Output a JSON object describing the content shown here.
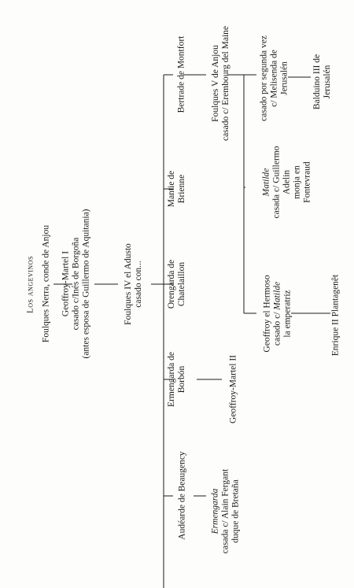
{
  "title": "Los angevinos",
  "gen1": {
    "founder": "Foulques Nerra, conde de Anjou"
  },
  "gen2": {
    "line1": "Geoffroy-Martel I",
    "line2": "casado c/Inés de Borgoña",
    "line3": "(antes esposa de Guillermo de Aquitania)"
  },
  "gen3": {
    "line1": "Foulques IV el Adusto",
    "line2": "casado con..."
  },
  "wives": {
    "audearde": "Audéarde de Beaugency",
    "ermengarda": {
      "line1": "Ermengarda de",
      "line2": "Borbón"
    },
    "orengarda": {
      "line1": "Orengarda de",
      "line2": "Chatelaillon"
    },
    "mantie": {
      "line1": "Mantie de",
      "line2": "Brienne"
    },
    "bertrade": "Bertrade de Montfort"
  },
  "children": {
    "ermengarda_child": {
      "line1": "Ermengarda",
      "line2": "casada c/ Alain Fergant",
      "line3": "duque de Bretaña"
    },
    "geoffroy_martel_ii": "Geoffroy-Martel II",
    "foulques_v": {
      "line1": "Foulques V de Anjou",
      "line2": "casado c/ Erembourg del Maine"
    }
  },
  "grandchildren": {
    "geoffroy_hermoso": {
      "line1": "Geoffroy el Hermoso",
      "line2a": "casado c/ ",
      "line2b": "Matilde",
      "line3": "la emperatriz"
    },
    "matilde": {
      "line1": "Matilde",
      "line2": "casada c/ Guillermo",
      "line3": "Adelin",
      "line4": "monja en",
      "line5": "Fontevraud"
    },
    "second_marriage": {
      "line1": "casado por segunda vez",
      "line2": "c/ Melisenda de",
      "line3": "Jerusalén"
    }
  },
  "great_grandchildren": {
    "enrique": "Enrique II Plantagenêt",
    "balduino": {
      "line1": "Balduino III de",
      "line2": "Jerusalén"
    }
  }
}
